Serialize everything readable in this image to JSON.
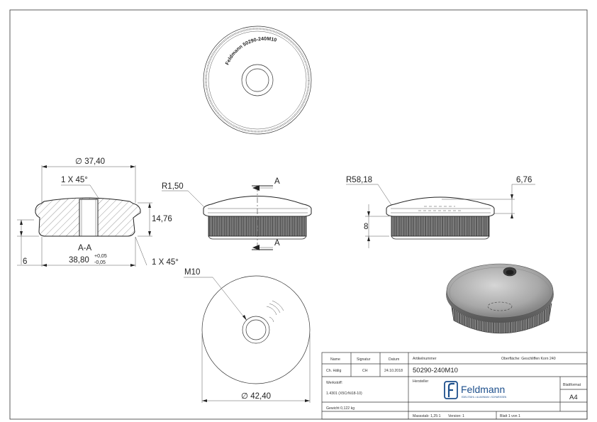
{
  "engraving": "Feldmann 50290-240M10",
  "dims": {
    "outer_diameter": "∅ 37,40",
    "chamfer_top": "1 X 45°",
    "chamfer_bottom": "1 X 45°",
    "height": "14,76",
    "section_label": "A-A",
    "base_diameter": "38,80",
    "tol_upper": "+0,05",
    "tol_lower": "-0,05",
    "six": "6",
    "radius_edge": "R1,50",
    "section_mark_top": "A",
    "section_mark_bottom": "A",
    "dome_radius": "R58,18",
    "dome_height": "6,76",
    "shank_height": "8",
    "thread": "M10",
    "bottom_diameter": "∅ 42,40"
  },
  "title_block": {
    "h_name": "Name",
    "h_signatur": "Signatur",
    "h_datum": "Datum",
    "name": "Ch. Hälig",
    "signatur": "CH",
    "datum": "24.10.2018",
    "artikel_label": "Artikelnummer",
    "artikel": "50290-240M10",
    "oberflaeche": "Oberfläche: Geschliffen Korn 240",
    "werkstoff_label": "Werkstoff:",
    "werkstoff": "1.4301 (X5CrNi18-10)",
    "hersteller_label": "Hersteller",
    "logo_text": "Feldmann",
    "logo_sub": "EDELSTAHL • ALUMINIUM • SCHWEISSEN",
    "blattformat_label": "Blattformat",
    "blattformat": "A4",
    "gewicht": "Gewicht 0,122 kg",
    "massstab": "Massstab: 1,25:1",
    "version": "Version: 1",
    "blatt": "Blatt 1 von 1"
  }
}
